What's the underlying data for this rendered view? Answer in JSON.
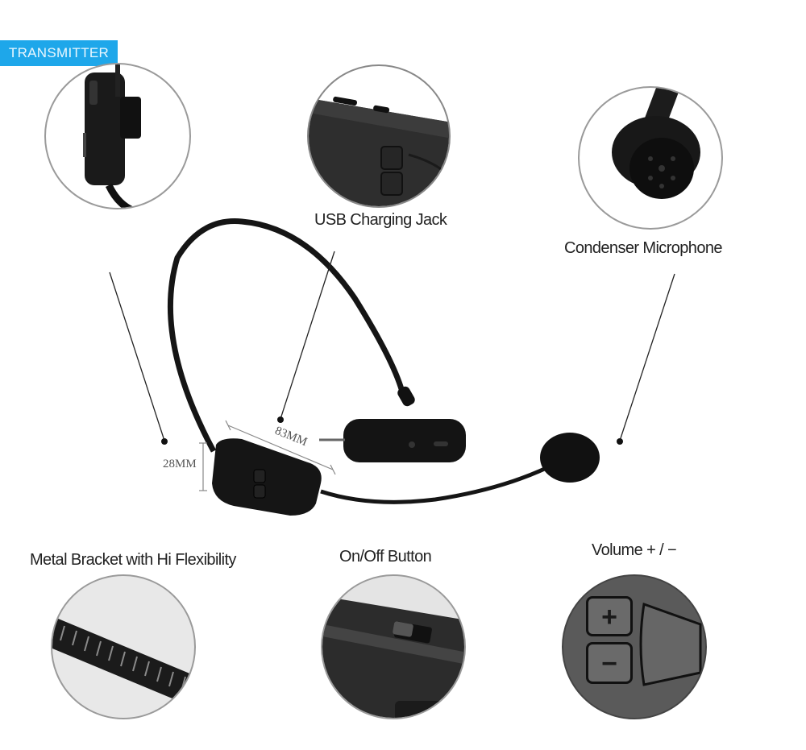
{
  "badge": {
    "label": "TRANSMITTER",
    "color": "#1ea7ea"
  },
  "callouts": {
    "usb": {
      "label": "USB Charging Jack"
    },
    "mic": {
      "label": "Condenser Microphone"
    },
    "bracket": {
      "label": "Metal Bracket with Hi  Flexibility"
    },
    "power": {
      "label": "On/Off Button"
    },
    "volume": {
      "label": "Volume + / −"
    }
  },
  "dimensions": {
    "length": "83MM",
    "height": "28MM"
  },
  "volume_buttons": {
    "plus": "+",
    "minus": "−"
  }
}
